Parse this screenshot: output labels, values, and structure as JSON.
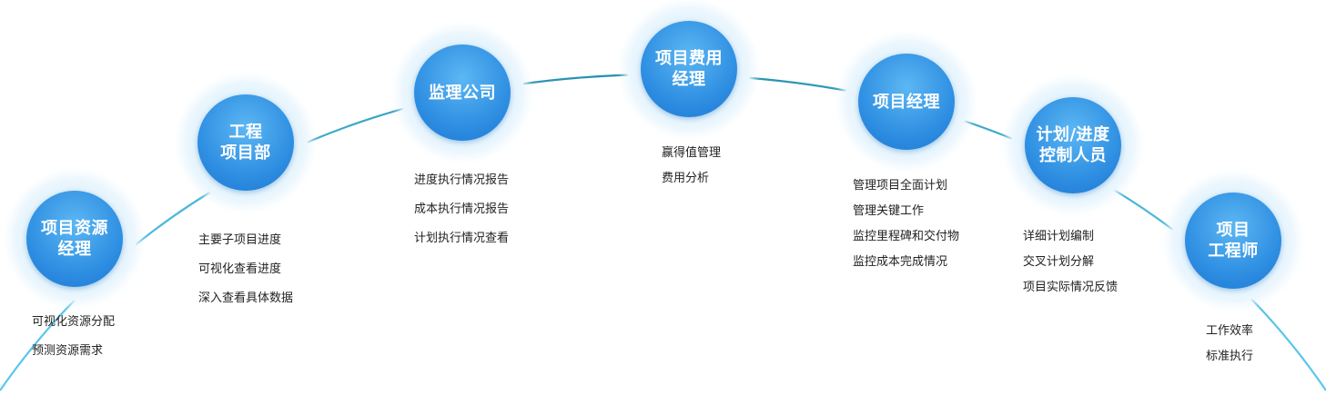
{
  "nodes": [
    {
      "id": "resource-manager",
      "title": "项目资源\n经理",
      "items": [
        "可视化资源分配",
        "预测资源需求"
      ]
    },
    {
      "id": "engineering-dept",
      "title": "工程\n项目部",
      "items": [
        "主要子项目进度",
        "可视化查看进度",
        "深入查看具体数据"
      ]
    },
    {
      "id": "supervision-company",
      "title": "监理公司",
      "items": [
        "进度执行情况报告",
        "成本执行情况报告",
        "计划执行情况查看"
      ]
    },
    {
      "id": "cost-manager",
      "title": "项目费用\n经理",
      "items": [
        "赢得值管理",
        "费用分析"
      ]
    },
    {
      "id": "project-manager",
      "title": "项目经理",
      "items": [
        "管理项目全面计划",
        "管理关键工作",
        "监控里程碑和交付物",
        "监控成本完成情况"
      ]
    },
    {
      "id": "schedule-controller",
      "title": "计划/进度\n控制人员",
      "items": [
        "详细计划编制",
        "交叉计划分解",
        "项目实际情况反馈"
      ]
    },
    {
      "id": "project-engineer",
      "title": "项目\n工程师",
      "items": [
        "工作效率",
        "标准执行"
      ]
    }
  ],
  "colors": {
    "arc_start": "#5cc8ee",
    "arc_mid": "#1f8aa8",
    "circle": "#2f8fe2",
    "halo": "#e3f3fd",
    "text": "#222222"
  }
}
